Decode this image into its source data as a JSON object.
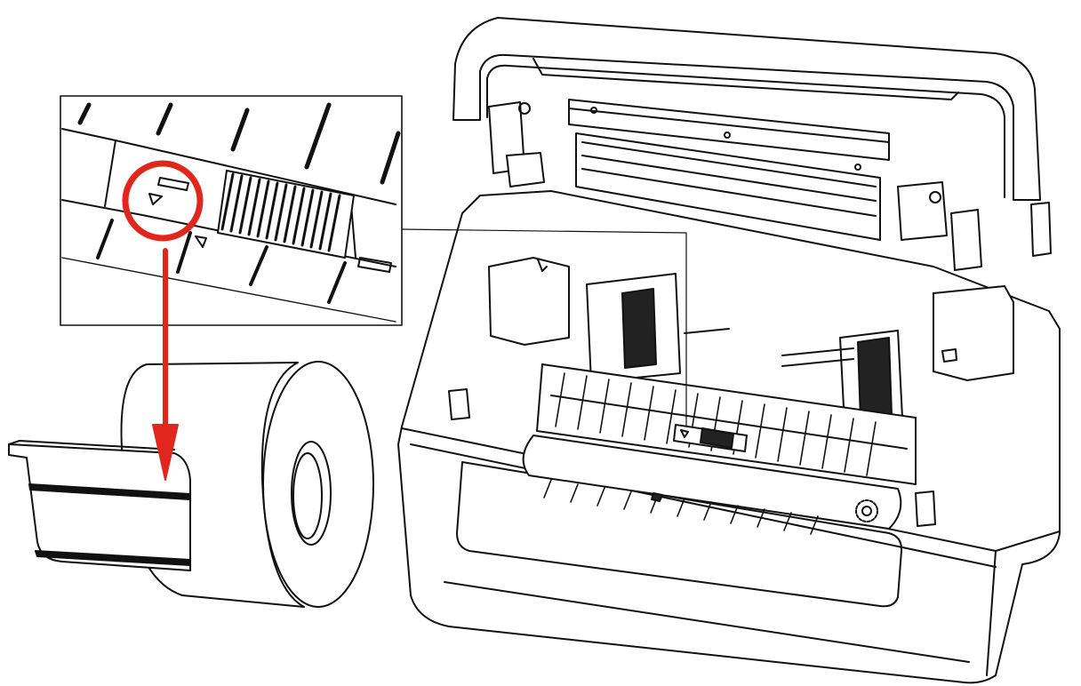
{
  "diagram": {
    "kind": "printer-label-loading-illustration",
    "components": [
      "thermal-label-printer",
      "detail-inset",
      "label-roll"
    ],
    "callout": {
      "marker": "triangle-sensor-mark",
      "target": "black-mark-on-label-backing"
    },
    "colors": {
      "line": "#111111",
      "callout": "#e0261d",
      "paper": "#ffffff"
    }
  }
}
